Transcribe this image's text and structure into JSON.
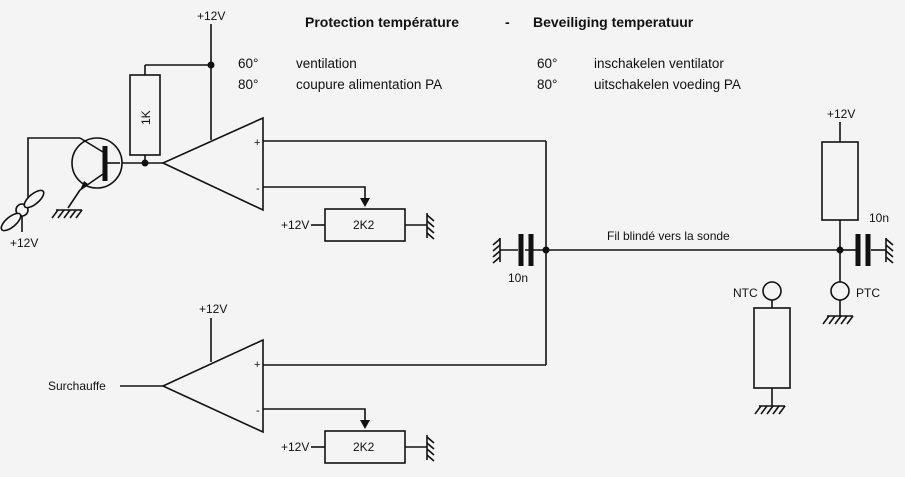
{
  "title": {
    "fr": "Protection température",
    "sep": "-",
    "nl": "Beveiliging temperatuur"
  },
  "notes": {
    "fr": [
      {
        "temp": "60°",
        "text": "ventilation"
      },
      {
        "temp": "80°",
        "text": "coupure alimentation PA"
      }
    ],
    "nl": [
      {
        "temp": "60°",
        "text": "inschakelen ventilator"
      },
      {
        "temp": "80°",
        "text": "uitschakelen voeding PA"
      }
    ]
  },
  "labels": {
    "vcc_top_left": "+12V",
    "vcc_fan": "+12V",
    "vcc_opamp2": "+12V",
    "vcc_right": "+12V",
    "vcc_pot1": "+12V",
    "vcc_pot2": "+12V",
    "resistor_1k": "1K",
    "pot1": "2K2",
    "pot2": "2K2",
    "cap_left": "10n",
    "cap_right": "10n",
    "shield_wire": "Fil blindé vers la sonde",
    "ntc": "NTC",
    "ptc": "PTC",
    "surchauffe": "Surchauffe",
    "plus1": "+",
    "minus1": "-",
    "plus2": "+",
    "minus2": "-"
  }
}
